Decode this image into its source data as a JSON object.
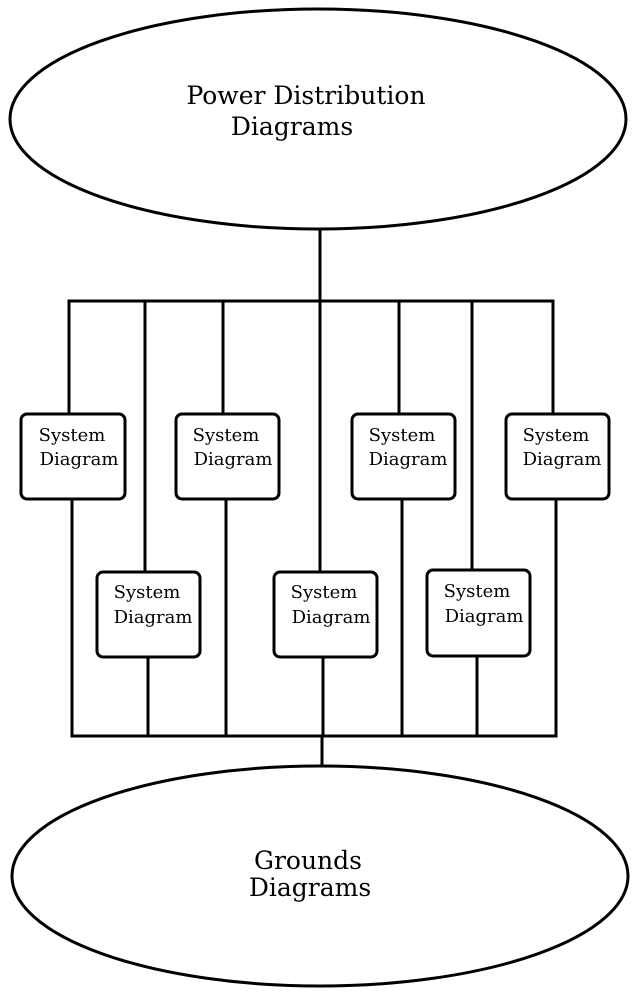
{
  "top_node": {
    "line1": "Power Distribution",
    "line2": "Diagrams"
  },
  "bottom_node": {
    "line1": "Grounds",
    "line2": "Diagrams"
  },
  "system_boxes": [
    {
      "line1": "System",
      "line2": "Diagram"
    },
    {
      "line1": "System",
      "line2": "Diagram"
    },
    {
      "line1": "System",
      "line2": "Diagram"
    },
    {
      "line1": "System",
      "line2": "Diagram"
    },
    {
      "line1": "System",
      "line2": "Diagram"
    },
    {
      "line1": "System",
      "line2": "Diagram"
    },
    {
      "line1": "System",
      "line2": "Diagram"
    }
  ]
}
